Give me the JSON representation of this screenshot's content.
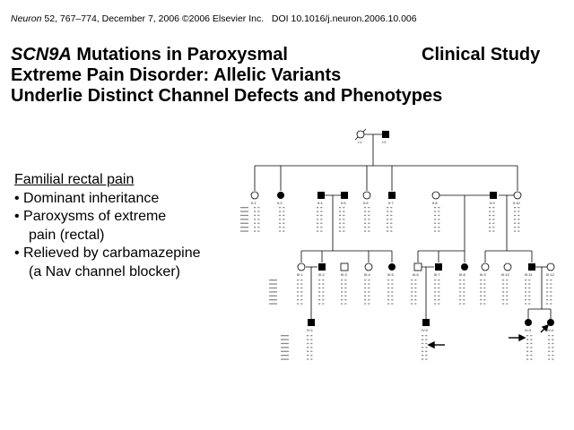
{
  "citation": {
    "journal": "Neuron",
    "volume": "52,",
    "rest": "767–774, December 7, 2006 ©2006 Elsevier Inc.",
    "doi": "DOI 10.1016/j.neuron.2006.10.006"
  },
  "title": {
    "gene": "SCN9A",
    "line1_rest": " Mutations in Paroxysmal",
    "line2": "Extreme Pain Disorder: Allelic Variants",
    "line3": "Underlie Distinct Channel Defects and Phenotypes"
  },
  "study_label": "Clinical Study",
  "bullets": {
    "heading": "Familial rectal pain",
    "items": [
      "• Dominant inheritance",
      "• Paroxysms of extreme",
      "pain (rectal)",
      "• Relieved by carbamazepine",
      "(a Nav channel blocker)"
    ]
  },
  "pedigree": {
    "individuals": [
      "I:1",
      "I:2",
      "II:1",
      "II:2",
      "II:4",
      "II:5",
      "II:6",
      "II:7",
      "II:8",
      "II:9",
      "II:10",
      "III:1",
      "III:2",
      "III:3",
      "III:4",
      "III:5",
      "III:6",
      "III:7",
      "III:8",
      "III:9",
      "III:10",
      "III:11",
      "III:12",
      "IV:1",
      "IV:2",
      "IV:3",
      "IV:4"
    ],
    "affected_color": "#000000",
    "unaffected_color": "#ffffff"
  }
}
